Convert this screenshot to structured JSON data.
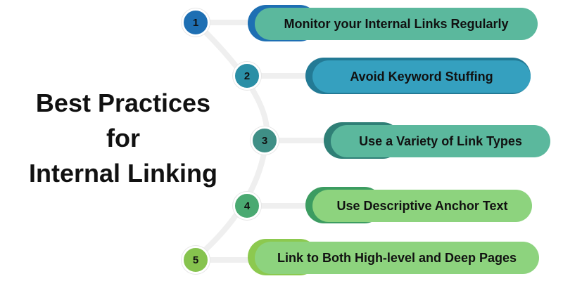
{
  "title": {
    "line1": "Best Practices",
    "line2": "for",
    "line3": "Internal Linking"
  },
  "steps": [
    {
      "number": "1",
      "label": "Monitor your Internal Links Regularly",
      "circle_color": "#1e6fb3",
      "back_color": "#1e6fb3",
      "front_color": "#5bb89d"
    },
    {
      "number": "2",
      "label": "Avoid Keyword Stuffing",
      "circle_color": "#2b8fa6",
      "back_color": "#237a95",
      "front_color": "#35a0bf"
    },
    {
      "number": "3",
      "label": "Use a Variety of Link Types",
      "circle_color": "#3f8f86",
      "back_color": "#2f7f76",
      "front_color": "#5bb89d"
    },
    {
      "number": "4",
      "label": "Use Descriptive Anchor Text",
      "circle_color": "#4aa971",
      "back_color": "#3c9c61",
      "front_color": "#8dd37e"
    },
    {
      "number": "5",
      "label": "Link to Both High-level and Deep Pages",
      "circle_color": "#86c34e",
      "back_color": "#8cc94f",
      "front_color": "#8dd37e"
    }
  ]
}
